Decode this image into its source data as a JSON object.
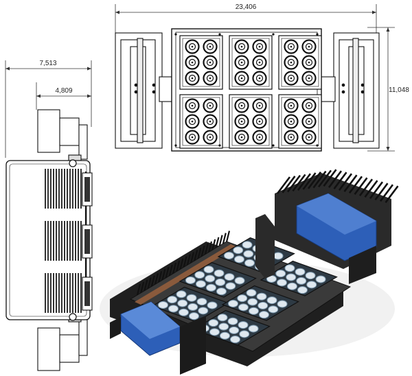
{
  "dimensions": {
    "overall_width": "23,406",
    "overall_height": "11,048",
    "side_depth_total": "7,513",
    "side_depth_body": "4,809"
  },
  "colors": {
    "line": "#111111",
    "body_dark": "#2b2b2b",
    "fin": "#1c1c1c",
    "lens": "#dfe8ef",
    "lens_edge": "#7f9bb0",
    "driver_blue": "#2d5fb8",
    "copper_strip": "#8a5a3c"
  },
  "views": [
    "top-view-drawing",
    "side-view-drawing",
    "isometric-render"
  ]
}
